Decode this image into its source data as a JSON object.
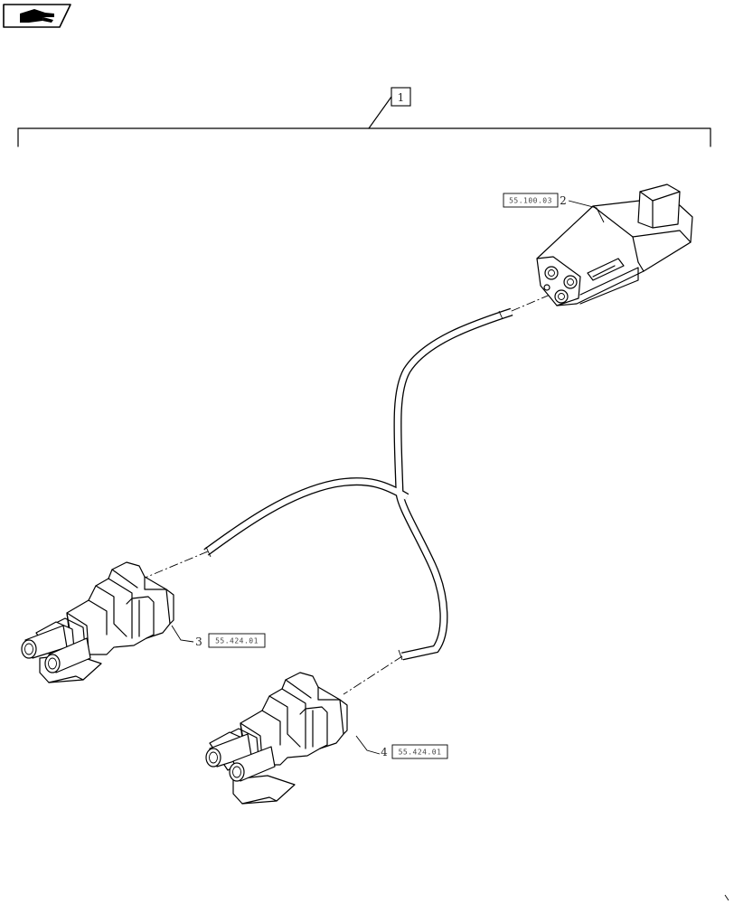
{
  "diagram": {
    "item_number": "1",
    "callouts": [
      {
        "number": "2",
        "reference": "55.100.03"
      },
      {
        "number": "3",
        "reference": "55.424.01"
      },
      {
        "number": "4",
        "reference": "55.424.01"
      }
    ]
  },
  "icons": {
    "corner_icon": "hand-pointer-icon"
  }
}
